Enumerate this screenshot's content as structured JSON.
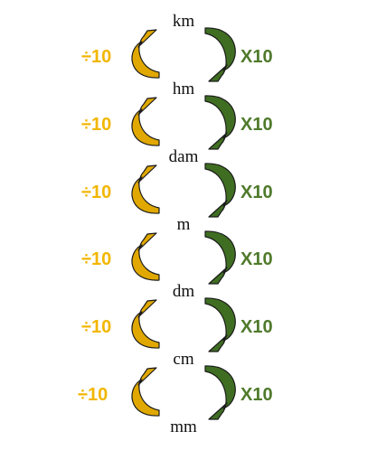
{
  "units": [
    "km",
    "hm",
    "dam",
    "m",
    "dm",
    "cm",
    "mm"
  ],
  "divide_label": "÷10",
  "multiply_label": "X10",
  "colors": {
    "divide": "#f2b600",
    "divide_arrow_fill": "#e0a800",
    "multiply": "#4f7a2b",
    "multiply_arrow_fill": "#3f6e22",
    "arrow_outline": "#1a1a1a"
  },
  "icons": {
    "divide_arrow": "curved-arrow-up-icon",
    "multiply_arrow": "curved-arrow-down-icon"
  }
}
